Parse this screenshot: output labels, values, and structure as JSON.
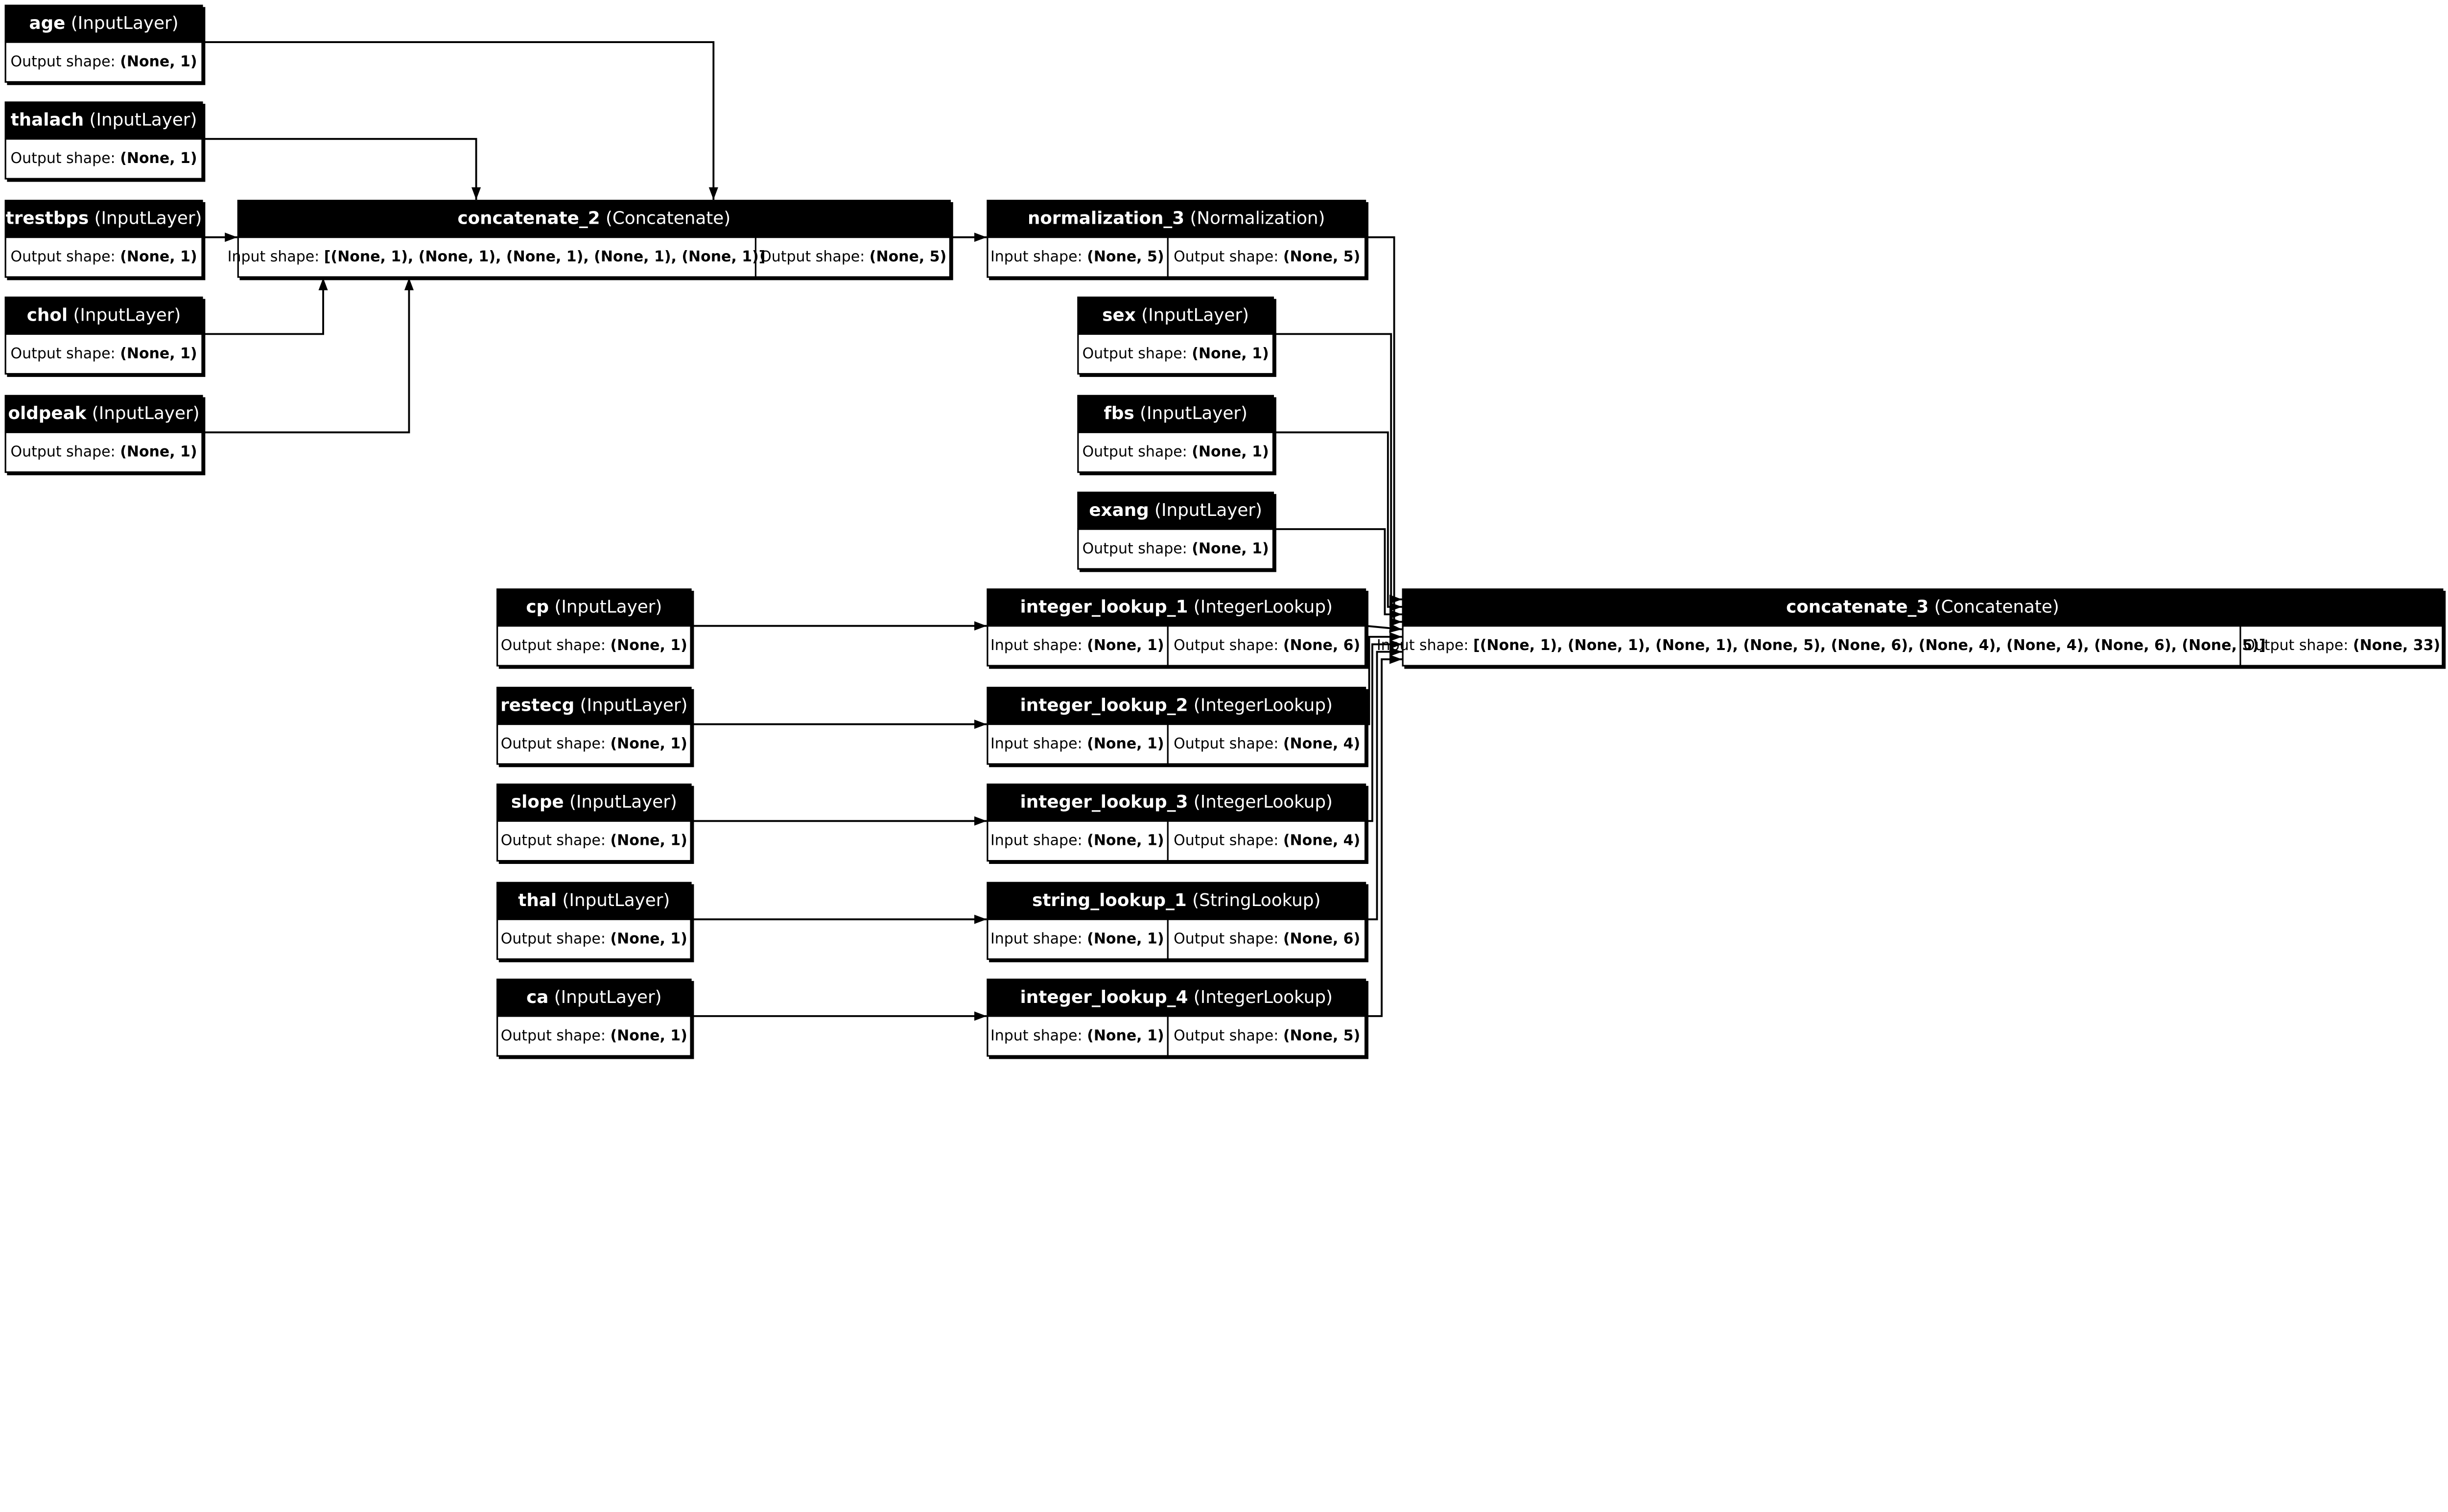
{
  "labels": {
    "input_shape": "Input shape: ",
    "output_shape": "Output shape: "
  },
  "colors": {
    "header": "#000000",
    "body": "#ffffff",
    "edge": "#000000"
  },
  "nodes": [
    {
      "id": "age",
      "name": "age",
      "type": "(InputLayer)",
      "output_shape": "(None, 1)"
    },
    {
      "id": "thalach",
      "name": "thalach",
      "type": "(InputLayer)",
      "output_shape": "(None, 1)"
    },
    {
      "id": "trestbps",
      "name": "trestbps",
      "type": "(InputLayer)",
      "output_shape": "(None, 1)"
    },
    {
      "id": "chol",
      "name": "chol",
      "type": "(InputLayer)",
      "output_shape": "(None, 1)"
    },
    {
      "id": "oldpeak",
      "name": "oldpeak",
      "type": "(InputLayer)",
      "output_shape": "(None, 1)"
    },
    {
      "id": "concatenate_2",
      "name": "concatenate_2",
      "type": "(Concatenate)",
      "input_shape": "[(None, 1), (None, 1), (None, 1), (None, 1), (None, 1)]",
      "output_shape": "(None, 5)"
    },
    {
      "id": "normalization_3",
      "name": "normalization_3",
      "type": "(Normalization)",
      "input_shape": "(None, 5)",
      "output_shape": "(None, 5)"
    },
    {
      "id": "sex",
      "name": "sex",
      "type": "(InputLayer)",
      "output_shape": "(None, 1)"
    },
    {
      "id": "fbs",
      "name": "fbs",
      "type": "(InputLayer)",
      "output_shape": "(None, 1)"
    },
    {
      "id": "exang",
      "name": "exang",
      "type": "(InputLayer)",
      "output_shape": "(None, 1)"
    },
    {
      "id": "cp",
      "name": "cp",
      "type": "(InputLayer)",
      "output_shape": "(None, 1)"
    },
    {
      "id": "restecg",
      "name": "restecg",
      "type": "(InputLayer)",
      "output_shape": "(None, 1)"
    },
    {
      "id": "slope",
      "name": "slope",
      "type": "(InputLayer)",
      "output_shape": "(None, 1)"
    },
    {
      "id": "thal",
      "name": "thal",
      "type": "(InputLayer)",
      "output_shape": "(None, 1)"
    },
    {
      "id": "ca",
      "name": "ca",
      "type": "(InputLayer)",
      "output_shape": "(None, 1)"
    },
    {
      "id": "integer_lookup_1",
      "name": "integer_lookup_1",
      "type": "(IntegerLookup)",
      "input_shape": "(None, 1)",
      "output_shape": "(None, 6)"
    },
    {
      "id": "integer_lookup_2",
      "name": "integer_lookup_2",
      "type": "(IntegerLookup)",
      "input_shape": "(None, 1)",
      "output_shape": "(None, 4)"
    },
    {
      "id": "integer_lookup_3",
      "name": "integer_lookup_3",
      "type": "(IntegerLookup)",
      "input_shape": "(None, 1)",
      "output_shape": "(None, 4)"
    },
    {
      "id": "string_lookup_1",
      "name": "string_lookup_1",
      "type": "(StringLookup)",
      "input_shape": "(None, 1)",
      "output_shape": "(None, 6)"
    },
    {
      "id": "integer_lookup_4",
      "name": "integer_lookup_4",
      "type": "(IntegerLookup)",
      "input_shape": "(None, 1)",
      "output_shape": "(None, 5)"
    },
    {
      "id": "concatenate_3",
      "name": "concatenate_3",
      "type": "(Concatenate)",
      "input_shape": "[(None, 1), (None, 1), (None, 1), (None, 5), (None, 6), (None, 4), (None, 4), (None, 6), (None, 5)]",
      "output_shape": "(None, 33)"
    }
  ],
  "edges": [
    [
      "age",
      "concatenate_2"
    ],
    [
      "thalach",
      "concatenate_2"
    ],
    [
      "trestbps",
      "concatenate_2"
    ],
    [
      "chol",
      "concatenate_2"
    ],
    [
      "oldpeak",
      "concatenate_2"
    ],
    [
      "concatenate_2",
      "normalization_3"
    ],
    [
      "cp",
      "integer_lookup_1"
    ],
    [
      "restecg",
      "integer_lookup_2"
    ],
    [
      "slope",
      "integer_lookup_3"
    ],
    [
      "thal",
      "string_lookup_1"
    ],
    [
      "ca",
      "integer_lookup_4"
    ],
    [
      "sex",
      "concatenate_3"
    ],
    [
      "fbs",
      "concatenate_3"
    ],
    [
      "exang",
      "concatenate_3"
    ],
    [
      "normalization_3",
      "concatenate_3"
    ],
    [
      "integer_lookup_1",
      "concatenate_3"
    ],
    [
      "integer_lookup_2",
      "concatenate_3"
    ],
    [
      "integer_lookup_3",
      "concatenate_3"
    ],
    [
      "string_lookup_1",
      "concatenate_3"
    ],
    [
      "integer_lookup_4",
      "concatenate_3"
    ]
  ]
}
